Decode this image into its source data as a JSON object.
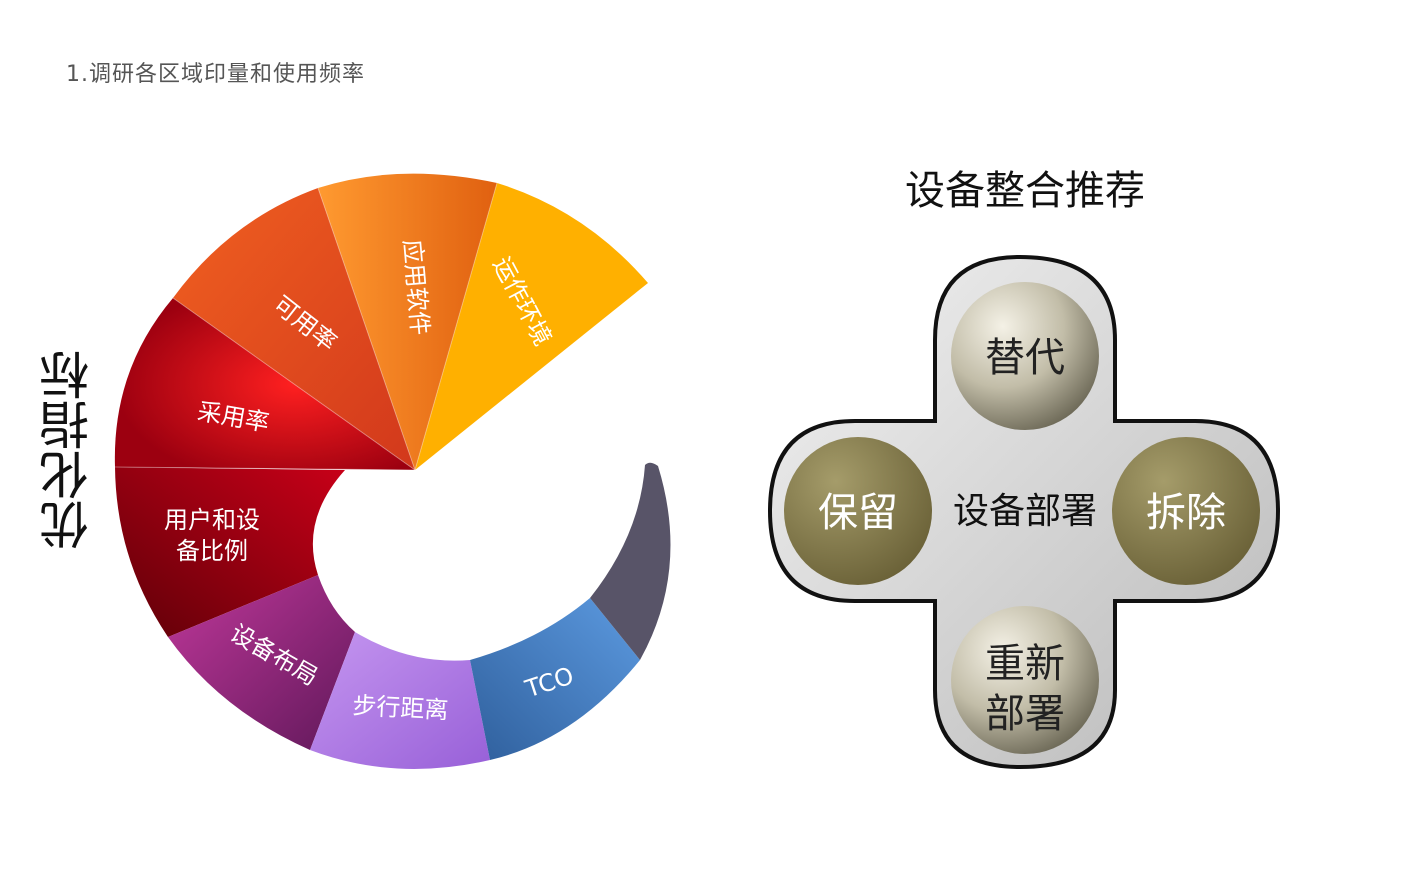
{
  "page": {
    "heading": "1.调研各区域印量和使用频率"
  },
  "left_diagram": {
    "title": "优化指标",
    "segments": [
      {
        "label": "运作环境",
        "color": "#ffb000"
      },
      {
        "label": "应用软件",
        "color": "#f57f20"
      },
      {
        "label": "可用率",
        "color": "#e2481f"
      },
      {
        "label": "采用率",
        "color": "#d00010"
      },
      {
        "label_line1": "用户和设",
        "label_line2": "备比例",
        "color": "#a00010"
      },
      {
        "label": "设备布局",
        "color": "#a23090"
      },
      {
        "label": "步行距离",
        "color": "#b27ce8"
      },
      {
        "label": "TCO",
        "color": "#4a86cc"
      },
      {
        "label": "",
        "color": "#585468"
      }
    ]
  },
  "right_diagram": {
    "title": "设备整合推荐",
    "center": "设备部署",
    "nodes": {
      "top": "替代",
      "left": "保留",
      "right": "拆除",
      "bottom_line1": "重新",
      "bottom_line2": "部署"
    }
  }
}
